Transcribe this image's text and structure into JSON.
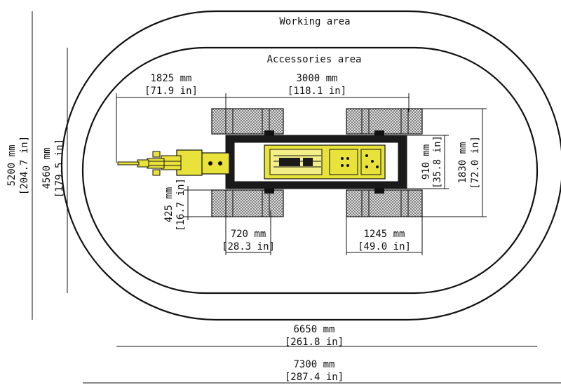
{
  "areas": {
    "working": "Working area",
    "accessories": "Accessories area"
  },
  "dimensions": {
    "top_left": {
      "mm": "1825 mm",
      "in": "[71.9 in]"
    },
    "top_center": {
      "mm": "3000 mm",
      "in": "[118.1 in]"
    },
    "track_length": {
      "mm": "720 mm",
      "in": "[28.3 in]"
    },
    "rear_track": {
      "mm": "1245 mm",
      "in": "[49.0 in]"
    },
    "inner_width": {
      "mm": "6650 mm",
      "in": "[261.8 in]"
    },
    "outer_width": {
      "mm": "7300 mm",
      "in": "[287.4 in]"
    },
    "outer_height": {
      "mm": "5200 mm",
      "in": "[204.7 in]"
    },
    "inner_height": {
      "mm": "4560 mm",
      "in": "[179.5 in]"
    },
    "track_gap": {
      "mm": "910 mm",
      "in": "[35.8 in]"
    },
    "machine_width": {
      "mm": "1830 mm",
      "in": "[72.0 in]"
    },
    "track_width": {
      "mm": "425 mm",
      "in": "[16.7 in]"
    }
  },
  "colors": {
    "machine_yellow": "#e8e23a",
    "machine_body": "#1a1a1a",
    "track_pad": "#d9d9d9"
  }
}
